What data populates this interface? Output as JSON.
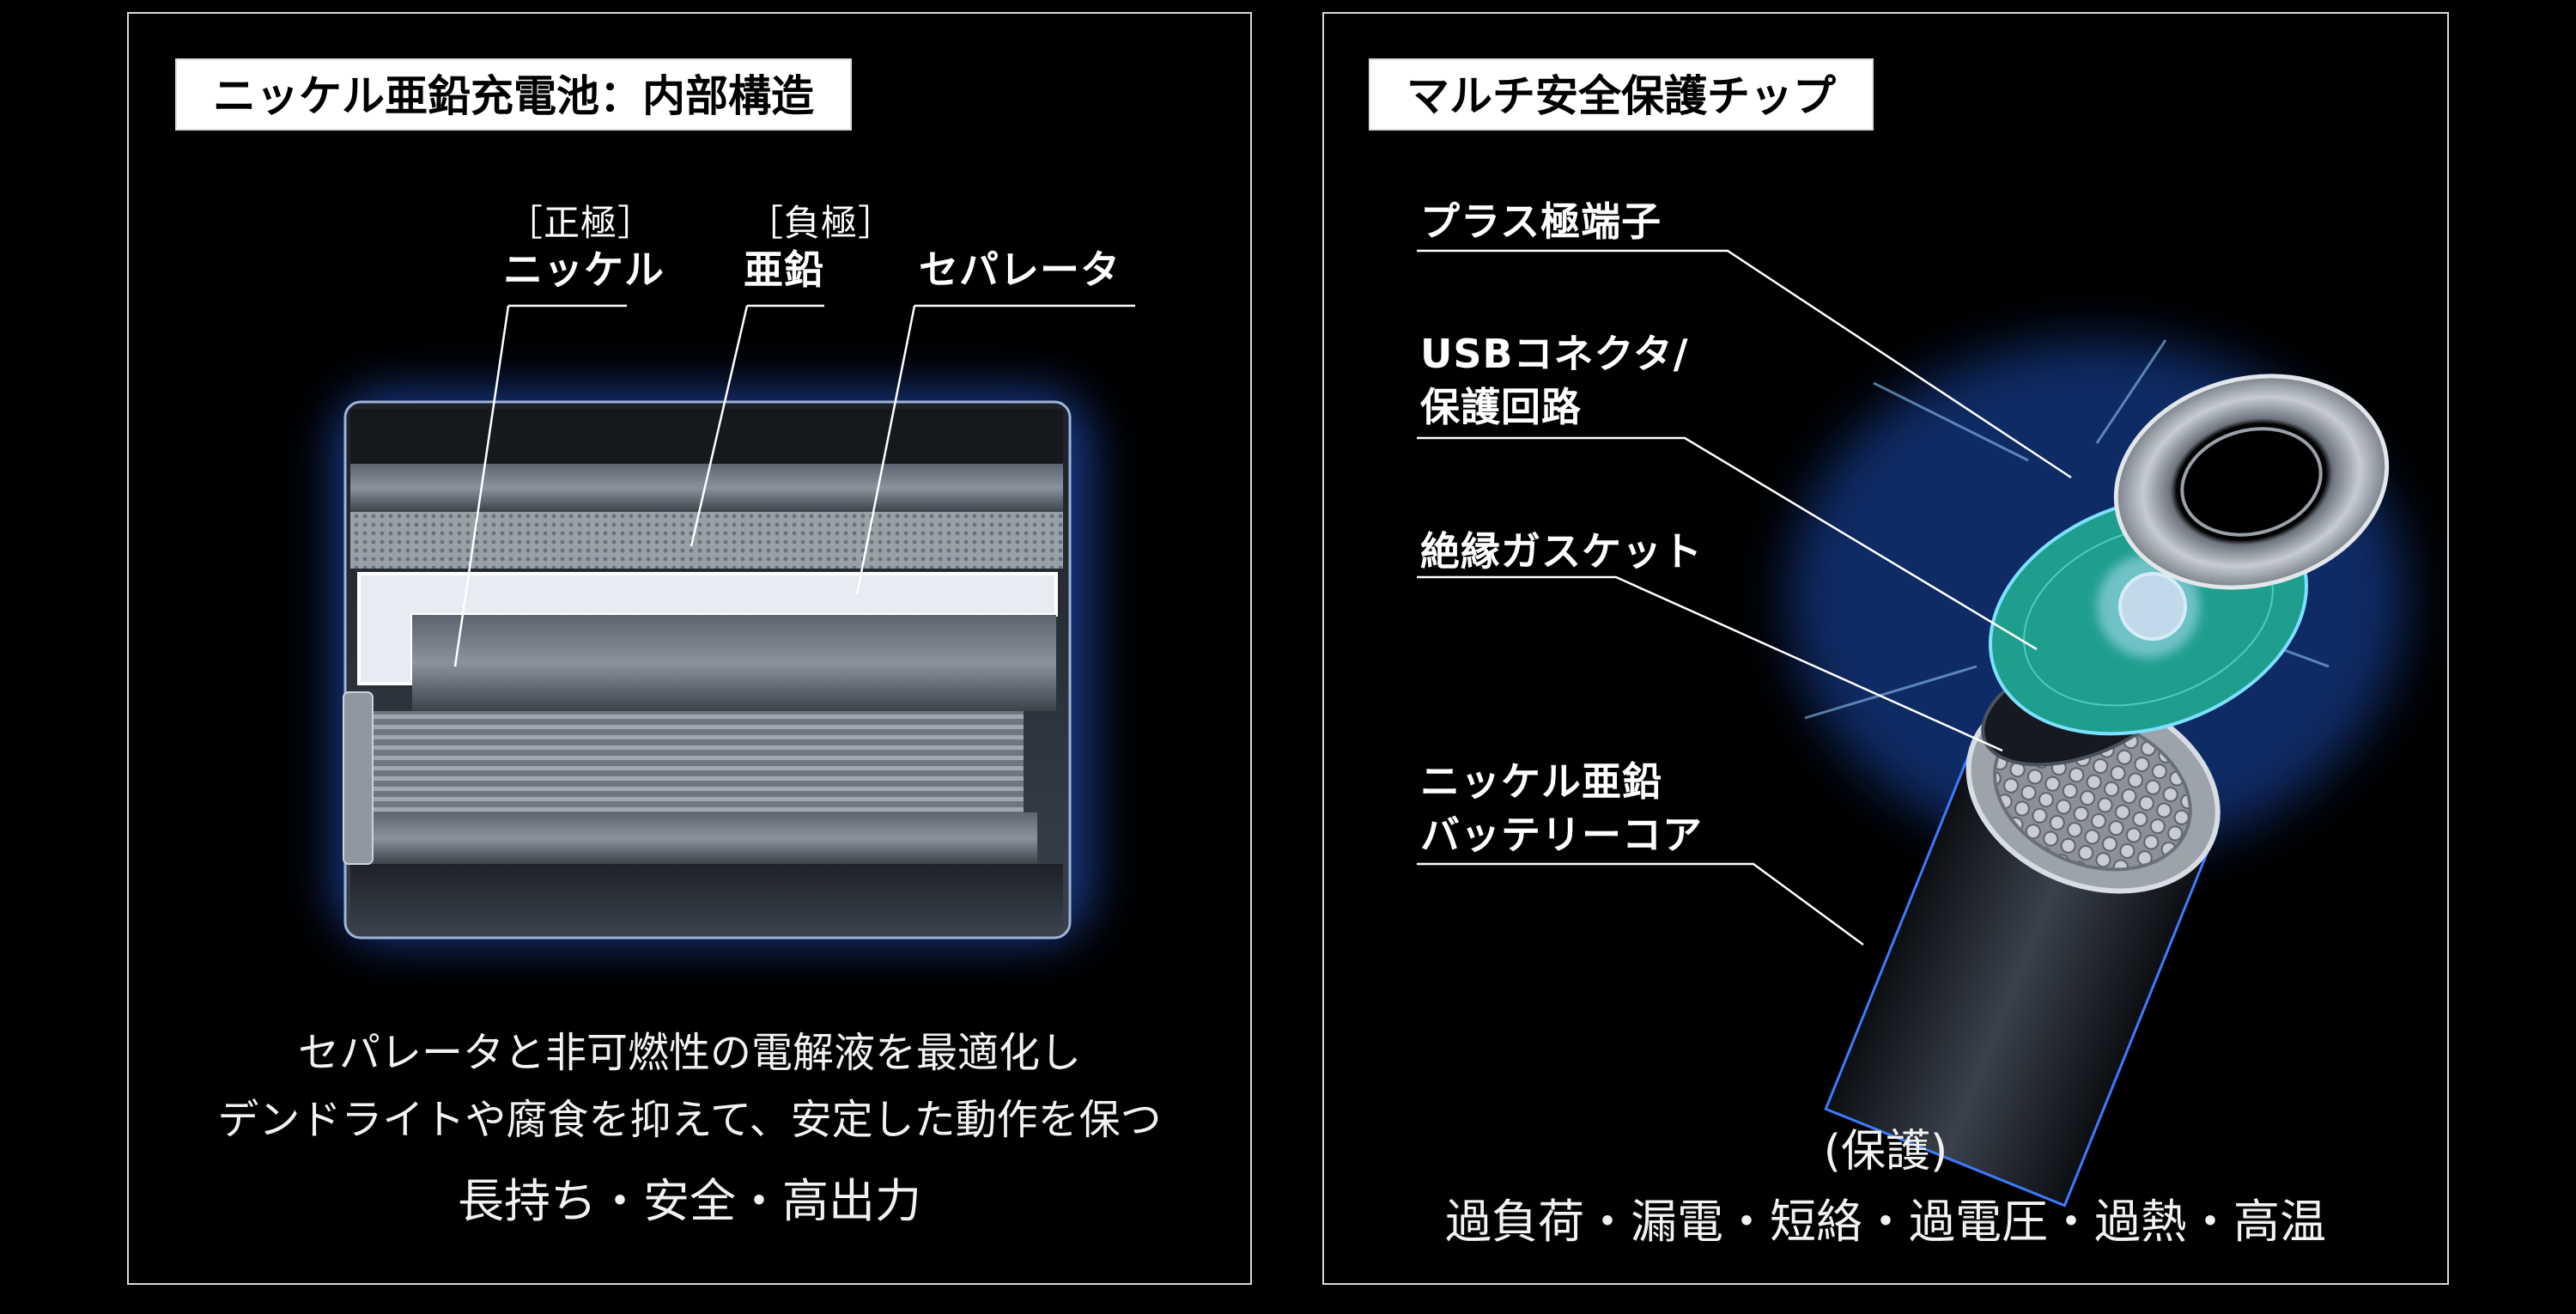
{
  "left_panel": {
    "title": "ニッケル亜鉛充電池：内部構造",
    "labels": {
      "positive_bracket": "［正極］",
      "positive": "ニッケル",
      "negative_bracket": "［負極］",
      "negative": "亜鉛",
      "separator": "セパレータ"
    },
    "caption_line1": "セパレータと非可燃性の電解液を最適化し",
    "caption_line2": "デンドライトや腐食を抑えて、安定した動作を保つ",
    "features": "長持ち・安全・高出力"
  },
  "right_panel": {
    "title": "マルチ安全保護チップ",
    "labels": {
      "terminal": "プラス極端子",
      "usb_line1": "USBコネクタ/",
      "usb_line2": "保護回路",
      "gasket": "絶縁ガスケット",
      "core_line1": "ニッケル亜鉛",
      "core_line2": "バッテリーコア"
    },
    "protection_heading": "(保護)",
    "protection_list": "過負荷・漏電・短絡・過電圧・過熱・高温"
  },
  "colors": {
    "background": "#000000",
    "border": "#d8d8d8",
    "glow": "#4a8cff",
    "pcb": "#1f9e8e"
  }
}
